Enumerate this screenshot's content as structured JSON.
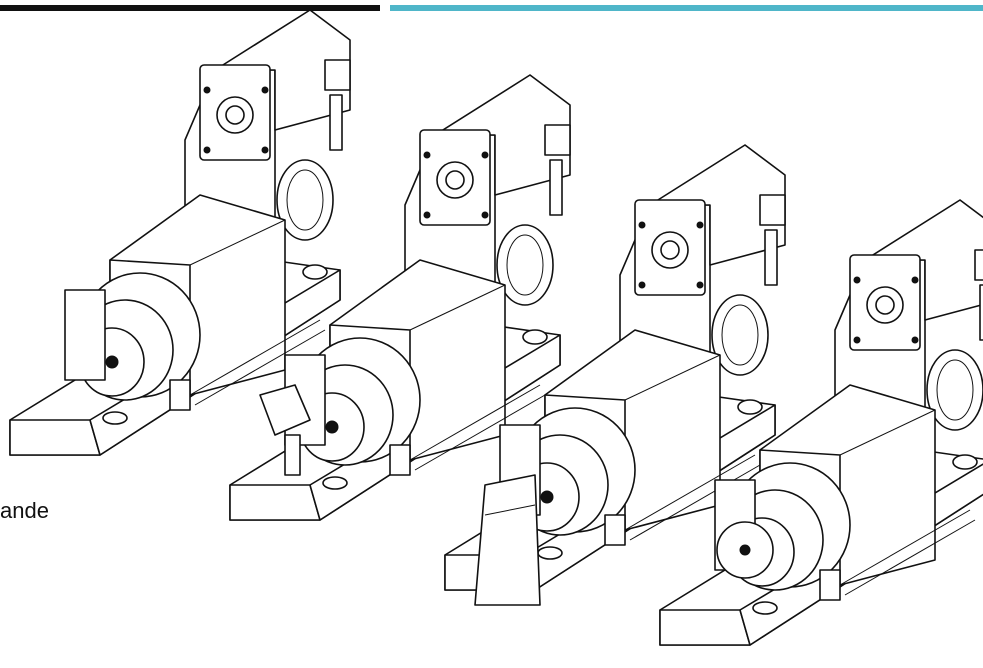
{
  "header": {
    "band_colors": [
      "#111111",
      "#4fb6c9"
    ]
  },
  "caption": {
    "text": "ande"
  },
  "units": [
    {
      "id": "unit-1",
      "fixture": "flat-faceplate"
    },
    {
      "id": "unit-2",
      "fixture": "three-jaw-chuck"
    },
    {
      "id": "unit-3",
      "fixture": "vise-clamp"
    },
    {
      "id": "unit-4",
      "fixture": "collet-faceplate"
    }
  ]
}
